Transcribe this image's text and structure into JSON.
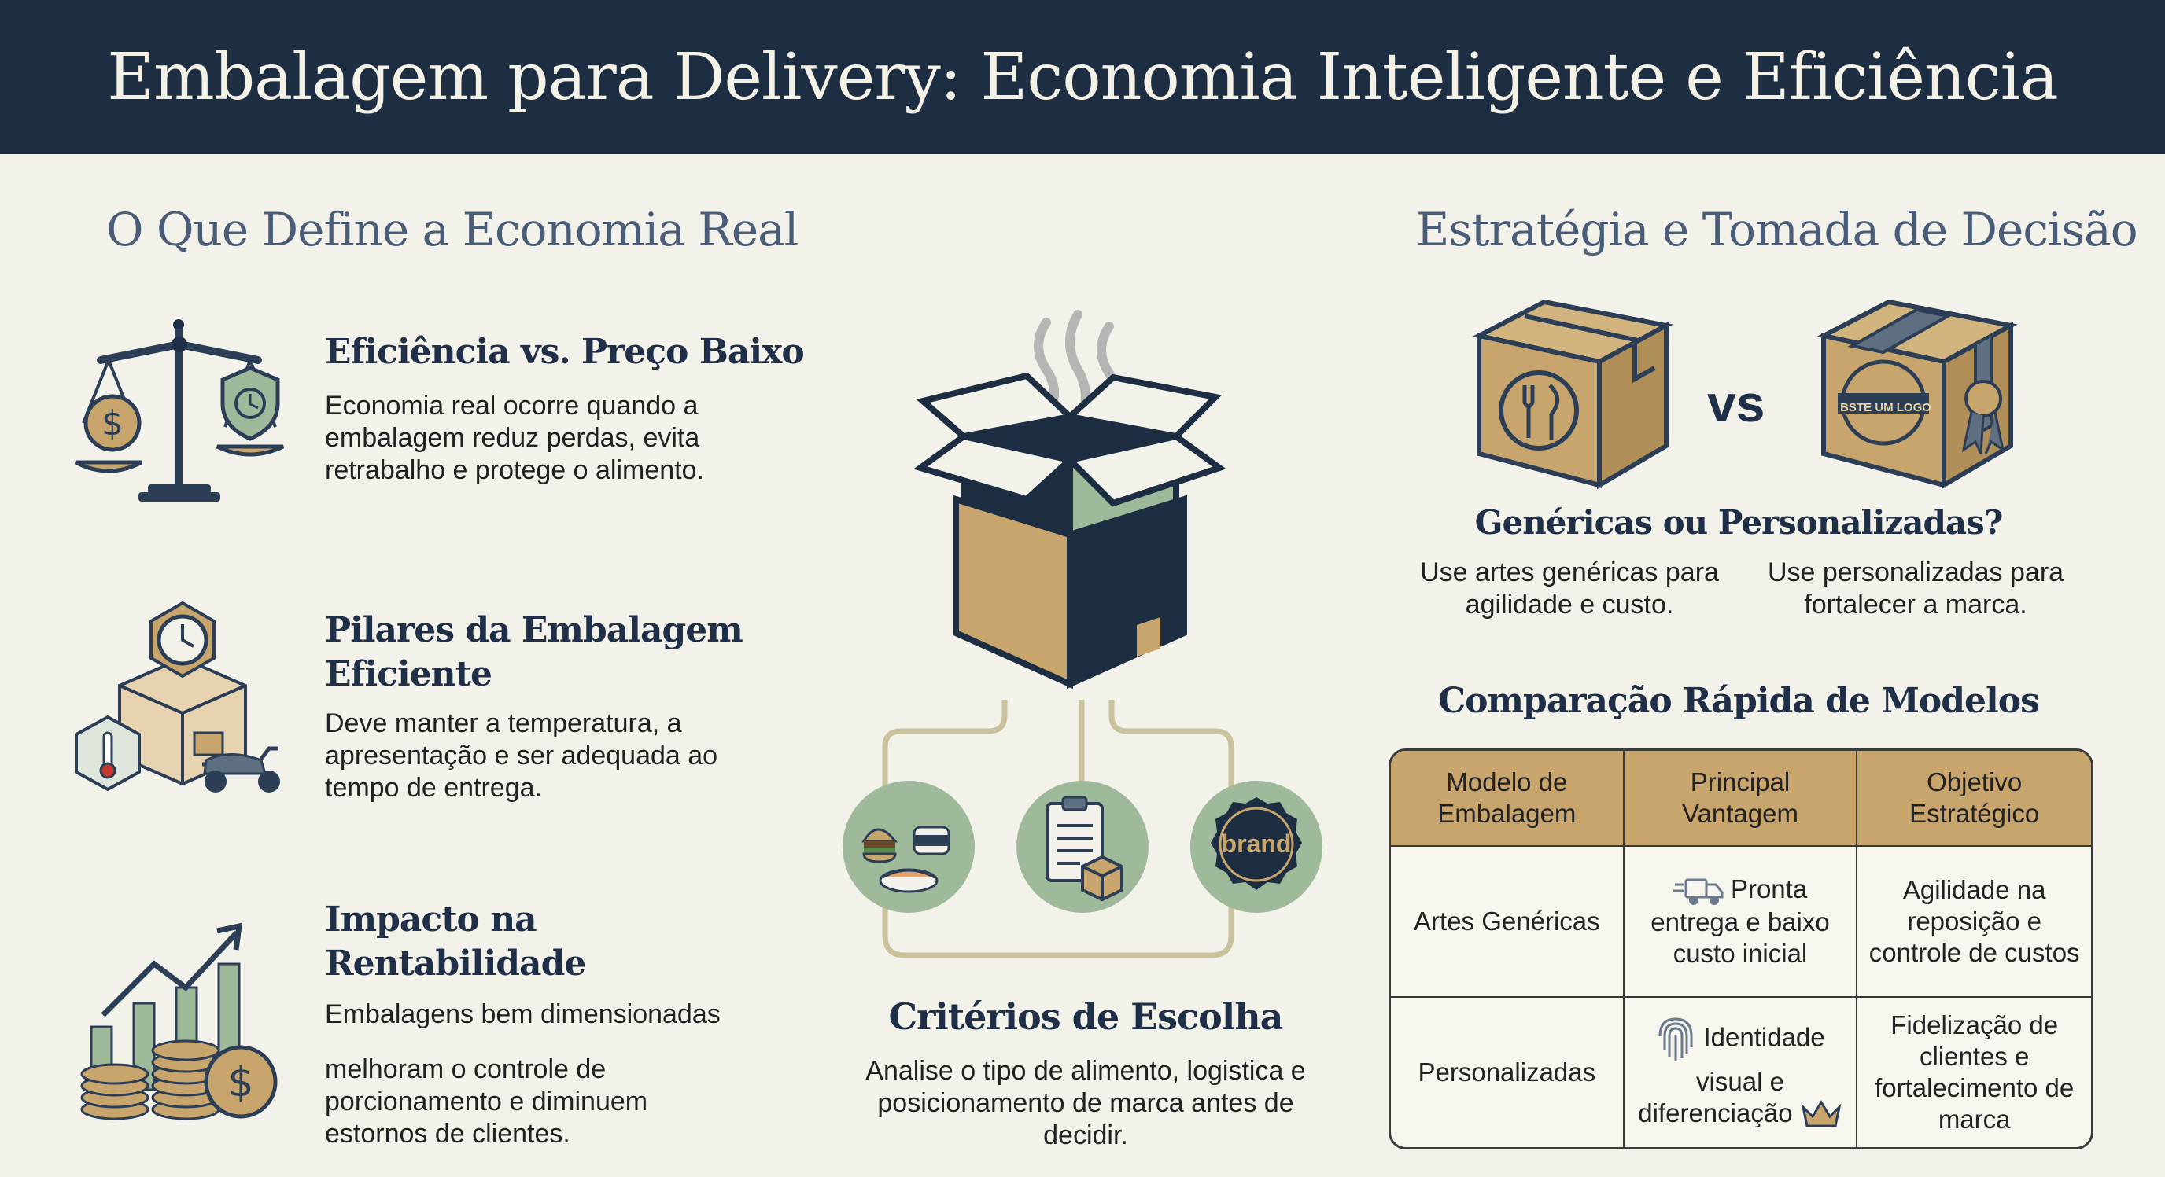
{
  "header": {
    "title": "Embalagem para Delivery: Economia Inteligente e Eficiência"
  },
  "left": {
    "title": "O Que Define a Economia Real",
    "items": [
      {
        "icon": "balance-scale-icon",
        "title": "Eficiência vs. Preço Baixo",
        "text": "Economia real ocorre quando a embalagem reduz perdas, evita retrabalho e protege o alimento."
      },
      {
        "icon": "packaging-pillars-icon",
        "title": "Pilares da Embalagem Eficiente",
        "text": "Deve manter a temperatura, a apresentação e ser adequada ao tempo de entrega."
      },
      {
        "icon": "growth-chart-coins-icon",
        "title": "Impacto na Rentabilidade",
        "text1": "Embalagens bem dimensionadas",
        "text2": "melhoram o controle de porcionamento e diminuem estornos de clientes."
      }
    ]
  },
  "center": {
    "badge_label": "brand",
    "title": "Critérios de Escolha",
    "text": "Analise o tipo de alimento, logistica e posicionamento de marca antes de decidir."
  },
  "right": {
    "title": "Estratégia e Tomada de Decisão",
    "vs_label": "vs",
    "branded_box_label": "BSTE UM LOGO",
    "question": "Genéricas ou Personalizadas?",
    "generic_text": "Use artes genéricas para agilidade e custo.",
    "custom_text": "Use personalizadas para fortalecer a marca.",
    "comparison_title": "Comparação Rápida de Modelos",
    "table": {
      "headers": [
        "Modelo de Embalagem",
        "Principal Vantagem",
        "Objetivo Estratégico"
      ],
      "rows": [
        [
          "Artes Genéricas",
          "Pronta entrega e baixo custo inicial",
          "Agilidade na reposição e controle de custos"
        ],
        [
          "Personalizadas",
          "Identidade visual e diferenciação",
          "Fidelização de clientes e fortalecimento de marca"
        ]
      ]
    }
  },
  "colors": {
    "navy": "#1d2d42",
    "kraft": "#c7a56d",
    "sage": "#9fb99b",
    "background": "#f3f2ea"
  }
}
